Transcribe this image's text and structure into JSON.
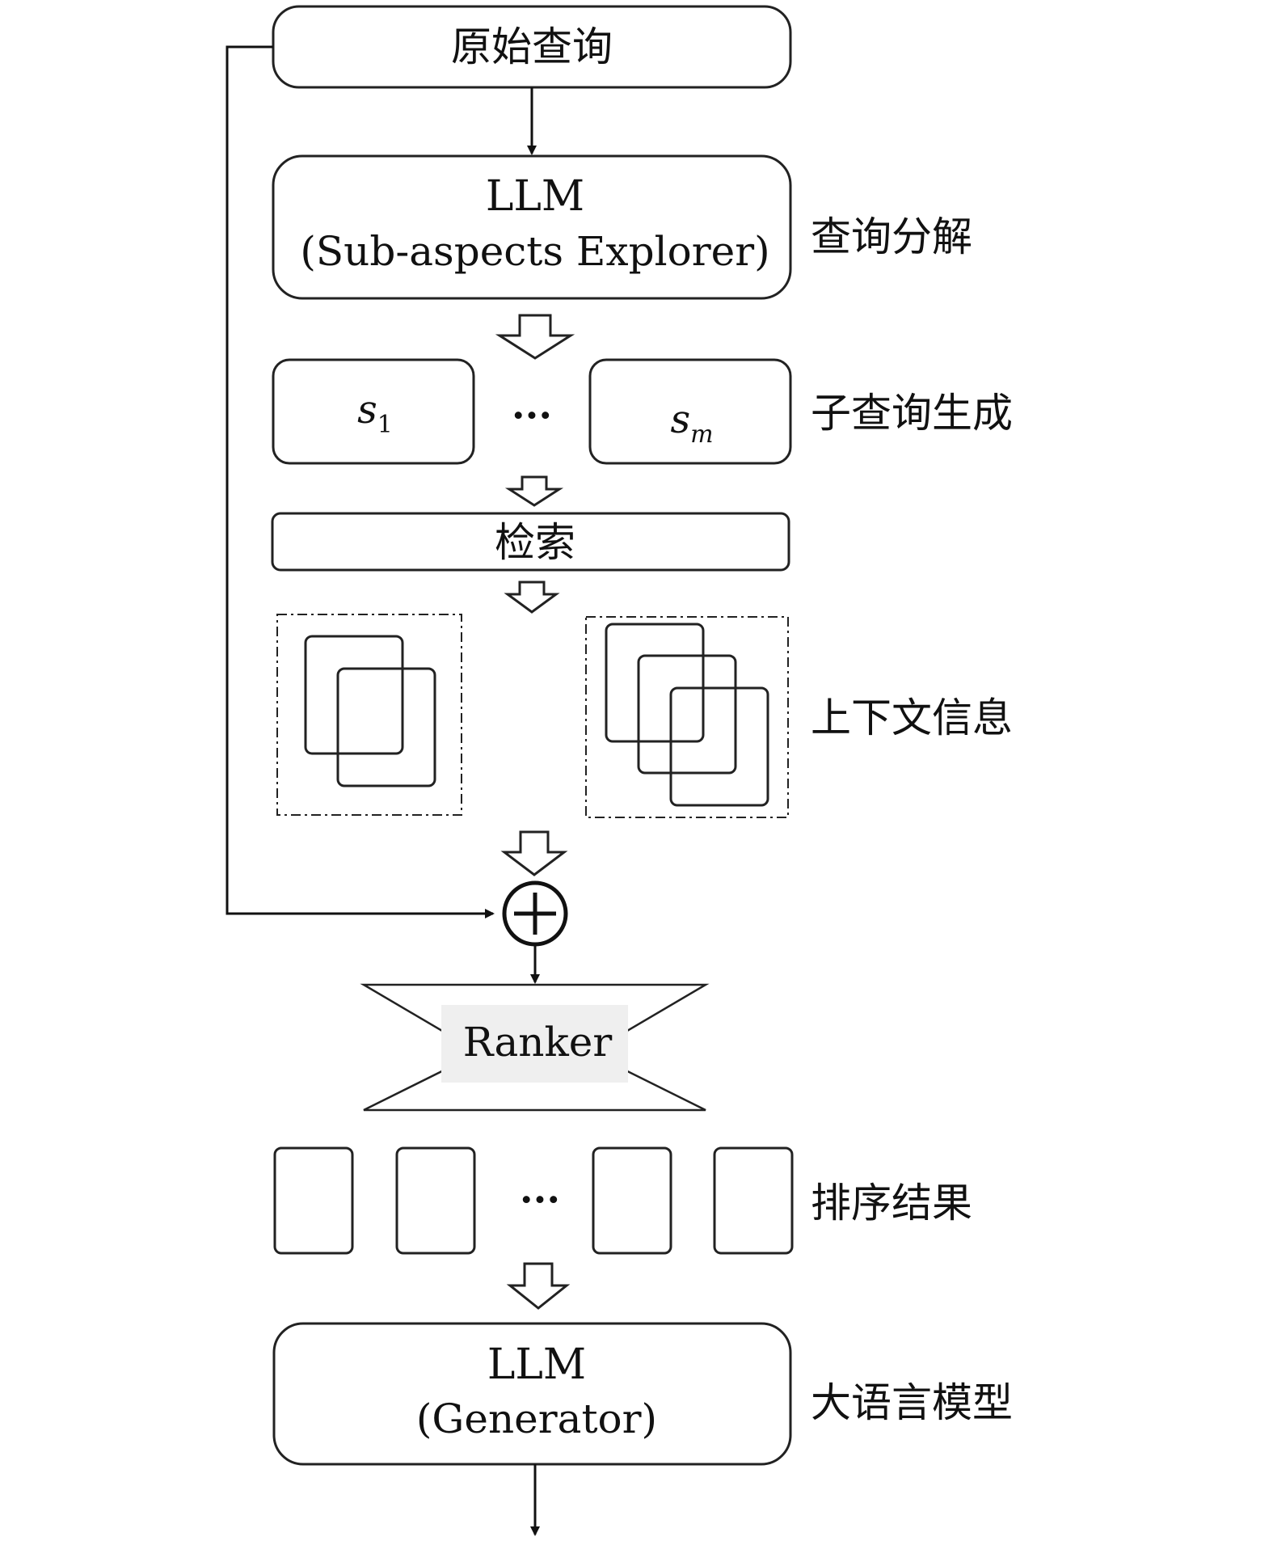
{
  "nodes": {
    "original_query": "原始查询",
    "decomposer_title": "LLM",
    "decomposer_subtitle": "(Sub-aspects Explorer)",
    "subquery_first": "s",
    "subquery_first_sub": "1",
    "subquery_last": "s",
    "subquery_last_sub": "m",
    "subquery_ellipsis": "···",
    "retrieval": "检索",
    "ranker": "Ranker",
    "results_ellipsis": "···",
    "generator_title": "LLM",
    "generator_subtitle": "(Generator)",
    "combine_symbol": "+"
  },
  "stage_labels": {
    "decomposition": "查询分解",
    "subquery_generation": "子查询生成",
    "context": "上下文信息",
    "ranking_results": "排序结果",
    "llm": "大语言模型"
  }
}
